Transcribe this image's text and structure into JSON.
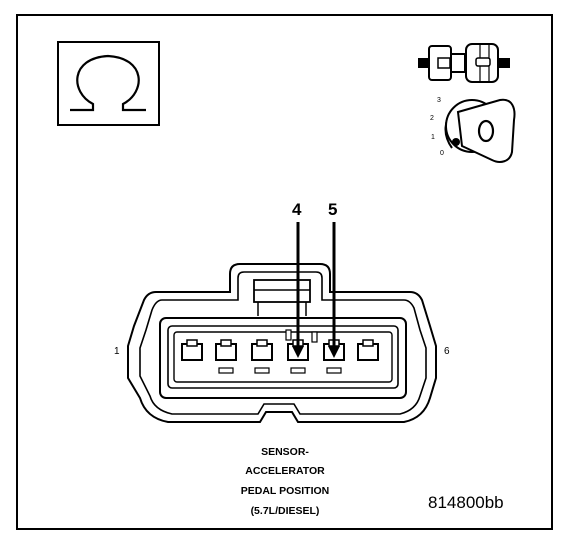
{
  "arrows": {
    "left_label": "4",
    "right_label": "5"
  },
  "pins": {
    "first": "1",
    "last": "6"
  },
  "caption": {
    "line1": "SENSOR-",
    "line2": "ACCELERATOR",
    "line3": "PEDAL POSITION",
    "line4": "(5.7L/DIESEL)"
  },
  "figure_id": "814800bb",
  "ignition_positions": {
    "p3": "3",
    "p2": "2",
    "p1": "1",
    "p0": "0"
  },
  "icons": {
    "ohm": "ohmmeter-symbol-icon",
    "connector": "disconnected-connector-icon",
    "key": "ignition-key-icon"
  }
}
